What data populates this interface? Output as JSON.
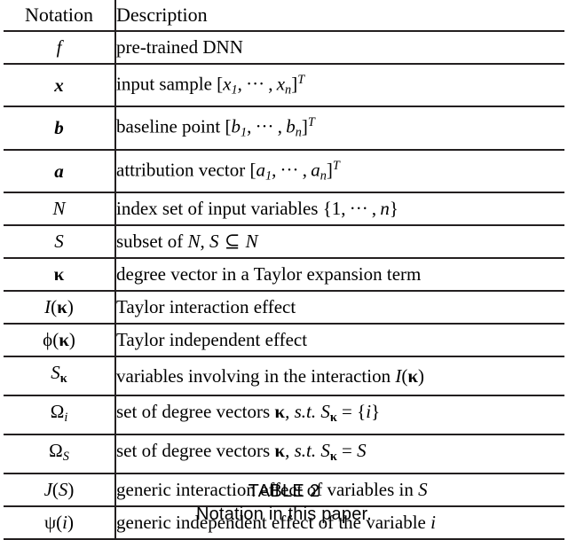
{
  "document": {
    "type": "academic-table-figure",
    "background_color": "#ffffff",
    "rule_color": "#231f20"
  },
  "table": {
    "headers": {
      "notation": "Notation",
      "description": "Description"
    },
    "rows": [
      {
        "notation_plain": "f",
        "description_plain": "pre-trained DNN"
      },
      {
        "notation_plain": "x",
        "description_plain": "input sample [x_1, ... , x_n]^T"
      },
      {
        "notation_plain": "b",
        "description_plain": "baseline point [b_1, ... , b_n]^T"
      },
      {
        "notation_plain": "a",
        "description_plain": "attribution vector [a_1, ... , a_n]^T"
      },
      {
        "notation_plain": "N",
        "description_plain": "index set of input variables {1, ... , n}"
      },
      {
        "notation_plain": "S",
        "description_plain": "subset of N, S ⊆ N"
      },
      {
        "notation_plain": "κ",
        "description_plain": "degree vector in a Taylor expansion term"
      },
      {
        "notation_plain": "I(κ)",
        "description_plain": "Taylor interaction effect"
      },
      {
        "notation_plain": "ϕ(κ)",
        "description_plain": "Taylor independent effect"
      },
      {
        "notation_plain": "S_κ",
        "description_plain": "variables involving in the interaction I(κ)"
      },
      {
        "notation_plain": "Ω_i",
        "description_plain": "set of degree vectors κ, s.t. S_κ = {i}"
      },
      {
        "notation_plain": "Ω_S",
        "description_plain": "set of degree vectors κ, s.t. S_κ = S"
      },
      {
        "notation_plain": "J(S)",
        "description_plain": "generic interaction effect of variables in S"
      },
      {
        "notation_plain": "ψ(i)",
        "description_plain": "generic independent effect of the variable i"
      }
    ]
  },
  "caption": {
    "title": "TABLE 2",
    "subtitle": "Notation in this paper."
  }
}
